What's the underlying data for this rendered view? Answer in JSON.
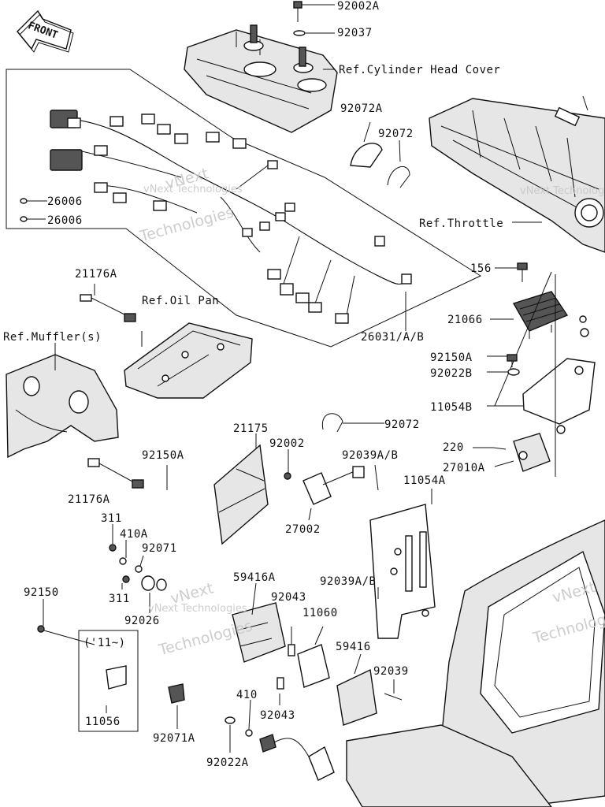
{
  "front_arrow": {
    "text": "FRONT"
  },
  "refs": {
    "cylinder_head_cover": "Ref.Cylinder Head Cover",
    "throttle": "Ref.Throttle",
    "oil_pan": "Ref.Oil Pan",
    "muffler": "Ref.Muffler(s)"
  },
  "parts": {
    "p92002A": "92002A",
    "p92037": "92037",
    "p92072A": "92072A",
    "p92072_top": "92072",
    "p26006_a": "26006",
    "p26006_b": "26006",
    "p21176A_top": "21176A",
    "p156": "156",
    "p21066": "21066",
    "p92150A_right": "92150A",
    "p92022B": "92022B",
    "p11054B": "11054B",
    "p26031": "26031/A/B",
    "p92072_mid": "92072",
    "p21175": "21175",
    "p92002": "92002",
    "p92039AB_top": "92039A/B",
    "p220": "220",
    "p27010A": "27010A",
    "p92150A_left": "92150A",
    "p21176A_bottom": "21176A",
    "p11054A": "11054A",
    "p27002": "27002",
    "p311_a": "311",
    "p410A": "410A",
    "p92071": "92071",
    "p311_b": "311",
    "p59416A": "59416A",
    "p92039AB_mid": "92039A/B",
    "p92150": "92150",
    "p92026": "92026",
    "p92043_a": "92043",
    "p11060": "11060",
    "p59416": "59416",
    "p92039": "92039",
    "p11_note": "('11~)",
    "p410": "410",
    "p92043_b": "92043",
    "p11056": "11056",
    "p92071A": "92071A",
    "p92022A": "92022A"
  },
  "watermarks": {
    "brand": "vNext",
    "company": "Technologies",
    "full": "vNext Technologies"
  }
}
